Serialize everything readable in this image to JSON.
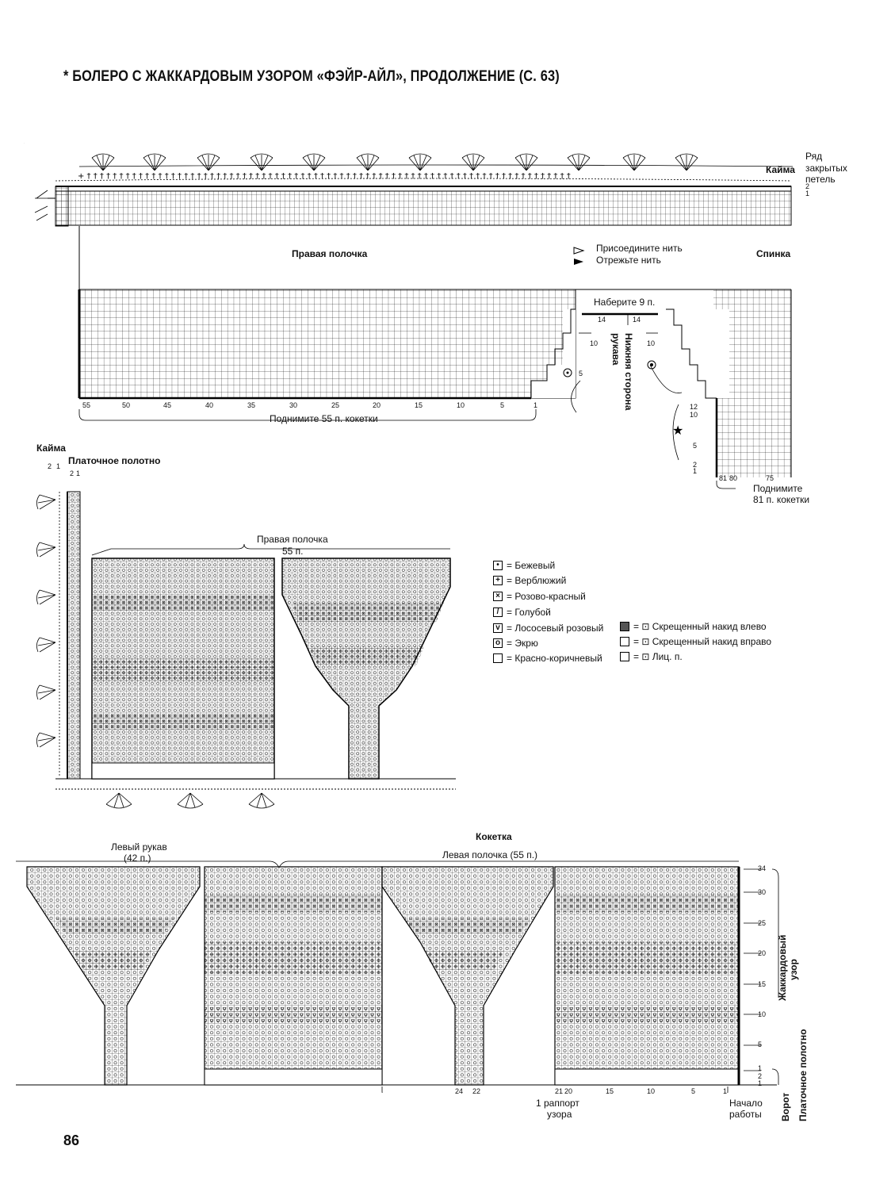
{
  "title": "* БОЛЕРО С ЖАККАРДОВЫМ УЗОРОМ «ФЭЙР-АЙЛ», ПРОДОЛЖЕНИЕ (С. 63)",
  "page_number": "86",
  "top_diagram": {
    "label_ryad": "Ряд",
    "label_zakrytyh": "закрытых",
    "label_petel": "петель",
    "kaima": "Кайма",
    "right_front": "Правая полочка",
    "back": "Спинка",
    "join_thread": "Присоедините нить",
    "cut_thread": "Отрежьте нить",
    "cast_on": "Наберите 9 п.",
    "underarm_1": "Нижняя сторона",
    "underarm_2": "рукава",
    "pickup_55": "Поднимите 55 п. кокетки",
    "pickup_81_a": "Поднимите",
    "pickup_81_b": "81 п. кокетки",
    "scale_numbers": [
      "55",
      "50",
      "45",
      "40",
      "35",
      "30",
      "25",
      "20",
      "15",
      "10",
      "5",
      "1"
    ],
    "right_scale": [
      "81",
      "80",
      "75"
    ],
    "row_marks": [
      "2",
      "1",
      "12",
      "10",
      "5",
      "2",
      "1"
    ],
    "sleeve_marks": [
      "14",
      "14",
      "10",
      "10",
      "5"
    ]
  },
  "middle_diagram": {
    "kaima": "Кайма",
    "platochnoe": "Платочное полотно",
    "circle_nums": [
      "2",
      "1"
    ],
    "col_nums": [
      "2",
      "1"
    ],
    "right_front_1": "Правая полочка",
    "right_front_2": "55 п."
  },
  "legend": {
    "items": [
      {
        "symbol": "•",
        "text": "= Бежевый"
      },
      {
        "symbol": "+",
        "text": "= Верблюжий"
      },
      {
        "symbol": "×",
        "text": "= Розово-красный"
      },
      {
        "symbol": "/",
        "text": "= Голубой"
      },
      {
        "symbol": "v",
        "text": "= Лососевый розовый"
      },
      {
        "symbol": "o",
        "text": "= Экрю"
      },
      {
        "symbol": "",
        "text": "= Красно-коричневый"
      }
    ],
    "items2": [
      {
        "text": "= ⊡ Скрещенный накид влево"
      },
      {
        "text": "= ⊡ Скрещенный накид вправо"
      },
      {
        "text": "= ⊡ Лиц. п."
      }
    ]
  },
  "bottom_diagram": {
    "yoke": "Кокетка",
    "left_sleeve_1": "Левый рукав",
    "left_sleeve_2": "(42 п.)",
    "left_front": "Левая полочка (55 п.)",
    "rapport_1": "1 раппорт",
    "rapport_2": "узора",
    "start_1": "Начало",
    "start_2": "работы",
    "jacquard_1": "Жаккардовый",
    "jacquard_2": "узор",
    "collar": "Ворот",
    "platochnoe": "Платочное полотно",
    "row_numbers": [
      "34",
      "30",
      "25",
      "20",
      "15",
      "10",
      "5",
      "1",
      "2",
      "1"
    ],
    "col_numbers": [
      "24",
      "22",
      "21",
      "20",
      "15",
      "10",
      "5",
      "1"
    ]
  }
}
